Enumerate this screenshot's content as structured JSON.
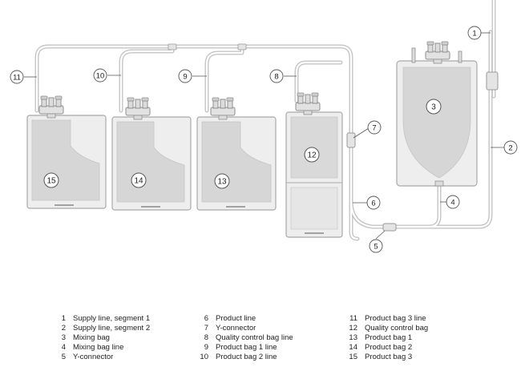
{
  "callouts": [
    "1",
    "2",
    "3",
    "4",
    "5",
    "6",
    "7",
    "8",
    "9",
    "10",
    "11",
    "12",
    "13",
    "14",
    "15"
  ],
  "legend": {
    "col1": [
      {
        "num": "1",
        "text": "Supply line, segment 1"
      },
      {
        "num": "2",
        "text": "Supply line, segment 2"
      },
      {
        "num": "3",
        "text": "Mixing bag"
      },
      {
        "num": "4",
        "text": "Mixing bag line"
      },
      {
        "num": "5",
        "text": "Y-connector"
      }
    ],
    "col2": [
      {
        "num": "6",
        "text": "Product line"
      },
      {
        "num": "7",
        "text": "Y-connector"
      },
      {
        "num": "8",
        "text": "Quality control bag line"
      },
      {
        "num": "9",
        "text": "Product bag 1 line"
      },
      {
        "num": "10",
        "text": "Product bag 2 line"
      }
    ],
    "col3": [
      {
        "num": "11",
        "text": "Product bag 3 line"
      },
      {
        "num": "12",
        "text": "Quality control bag"
      },
      {
        "num": "13",
        "text": "Product bag 1"
      },
      {
        "num": "14",
        "text": "Product bag 2"
      },
      {
        "num": "15",
        "text": "Product bag 3"
      }
    ]
  },
  "colors": {
    "tube": "#c4c4c4",
    "bag_fill": "#eeeeee",
    "bag_outline": "#a9a9a9",
    "liquid": "#d3d3d3",
    "callout_line": "#555555"
  }
}
